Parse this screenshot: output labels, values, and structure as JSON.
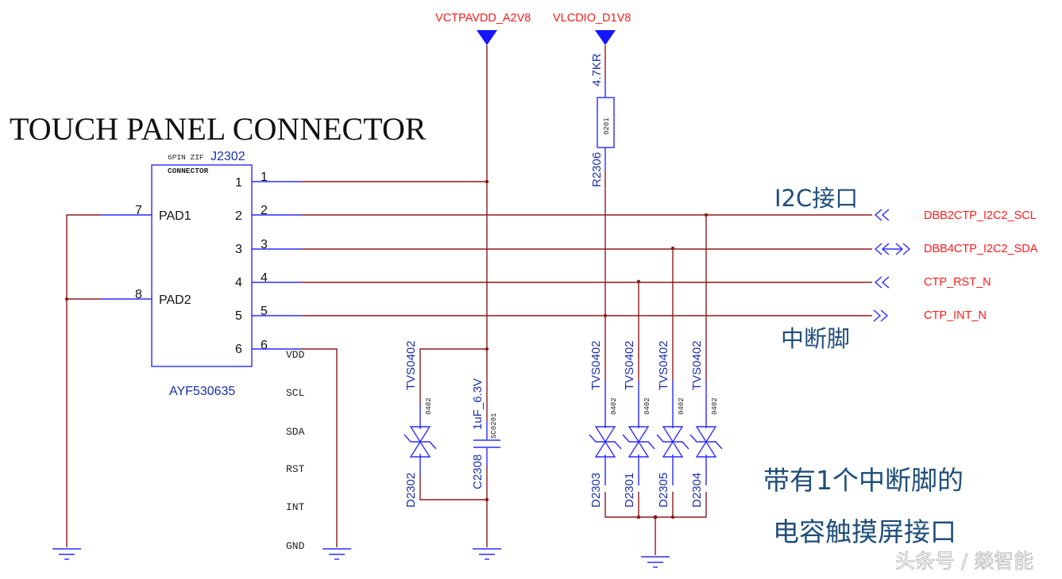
{
  "title": "TOUCH PANEL CONNECTOR",
  "power_rails": [
    {
      "name": "VCTPAVDD_A2V8"
    },
    {
      "name": "VLCDIO_D1V8"
    }
  ],
  "connector": {
    "ref": "J2302",
    "desc_line1": "6PIN ZIF",
    "desc_line2": "CONNECTOR",
    "part_number": "AYF530635",
    "right_pins": [
      "1",
      "2",
      "3",
      "4",
      "5",
      "6"
    ],
    "pad_pins": [
      {
        "num": "7",
        "name": "PAD1"
      },
      {
        "num": "8",
        "name": "PAD2"
      }
    ]
  },
  "pin_functions": [
    "VDD",
    "SCL",
    "SDA",
    "RST",
    "INT",
    "GND"
  ],
  "resistor": {
    "ref": "R2306",
    "value": "4.7KR",
    "package": "0201"
  },
  "capacitor": {
    "ref": "C2308",
    "value": "1uF_6.3V",
    "package": "SC0201"
  },
  "diodes": [
    {
      "ref": "D2302",
      "type": "TVS0402",
      "package": "0402"
    },
    {
      "ref": "D2303",
      "type": "TVS0402",
      "package": "0402"
    },
    {
      "ref": "D2301",
      "type": "TVS0402",
      "package": "0402"
    },
    {
      "ref": "D2305",
      "type": "TVS0402",
      "package": "0402"
    },
    {
      "ref": "D2304",
      "type": "TVS0402",
      "package": "0402"
    }
  ],
  "nets": [
    {
      "name": "DBB2CTP_I2C2_SCL",
      "port": "input"
    },
    {
      "name": "DBB4CTP_I2C2_SDA",
      "port": "bidirectional"
    },
    {
      "name": "CTP_RST_N",
      "port": "input"
    },
    {
      "name": "CTP_INT_N",
      "port": "output"
    }
  ],
  "annotations": {
    "i2c": "I2C接口",
    "interrupt": "中断脚",
    "summary_line1": "带有1个中断脚的",
    "summary_line2": "电容触摸屏接口"
  },
  "watermark": "头条号 / 燚智能",
  "colors": {
    "wire": "#8b1a1a",
    "symbol": "#2b2bff",
    "net_label": "#ff1a1a",
    "annotation": "#1f4e79"
  }
}
